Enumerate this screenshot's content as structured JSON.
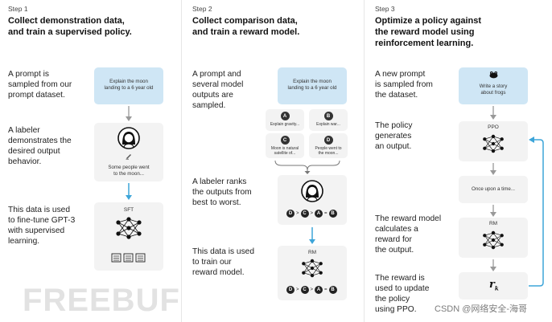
{
  "steps": [
    {
      "label": "Step 1",
      "title_lines": [
        "Collect demonstration data,",
        "and train a supervised policy."
      ],
      "descriptions": [
        [
          "A prompt is",
          "sampled from our",
          "prompt dataset."
        ],
        [
          "A labeler",
          "demonstrates the",
          "desired output",
          "behavior."
        ],
        [
          "This data is used",
          "to fine-tune GPT-3",
          "with supervised",
          "learning."
        ]
      ],
      "prompt_lines": [
        "Explain the moon",
        "landing to a 6 year old"
      ],
      "demo_lines": [
        "Some people went",
        "to the moon..."
      ],
      "model_label": "SFT"
    },
    {
      "label": "Step 2",
      "title_lines": [
        "Collect comparison data,",
        "and train a reward model."
      ],
      "descriptions": [
        [
          "A prompt and",
          "several model",
          "outputs are",
          "sampled."
        ],
        [
          "A labeler ranks",
          "the outputs from",
          "best to worst."
        ],
        [
          "This data is used",
          "to train our",
          "reward model."
        ]
      ],
      "prompt_lines": [
        "Explain the moon",
        "landing to a 6 year old"
      ],
      "outputs": [
        {
          "letter": "A",
          "lines": [
            "Explain gravity..."
          ]
        },
        {
          "letter": "B",
          "lines": [
            "Explain war..."
          ]
        },
        {
          "letter": "C",
          "lines": [
            "Moon is natural",
            "satellite of..."
          ]
        },
        {
          "letter": "D",
          "lines": [
            "People went to",
            "the moon..."
          ]
        }
      ],
      "ranking": [
        "D",
        ">",
        "C",
        ">",
        "A",
        "=",
        "B"
      ],
      "model_label": "RM"
    },
    {
      "label": "Step 3",
      "title_lines": [
        "Optimize a policy against",
        "the reward model using",
        "reinforcement learning."
      ],
      "descriptions": [
        [
          "A new prompt",
          "is sampled from",
          "the dataset."
        ],
        [
          "The policy",
          "generates",
          "an output."
        ],
        [
          "The reward model",
          "calculates a",
          "reward for",
          "the output."
        ],
        [
          "The reward is",
          "used to update",
          "the policy",
          "using PPO."
        ]
      ],
      "prompt_lines": [
        "Write a story",
        "about frogs"
      ],
      "policy_label": "PPO",
      "output_text": "Once upon a time...",
      "model_label": "RM",
      "reward_symbol": "r",
      "reward_subscript": "k"
    }
  ],
  "watermarks": {
    "left": "FREEBUF",
    "right": "CSDN @网络安全-海哥"
  },
  "colors": {
    "arrow_blue": "#3da5d9",
    "card_blue": "#cfe6f5",
    "card_gray": "#f3f3f3"
  }
}
